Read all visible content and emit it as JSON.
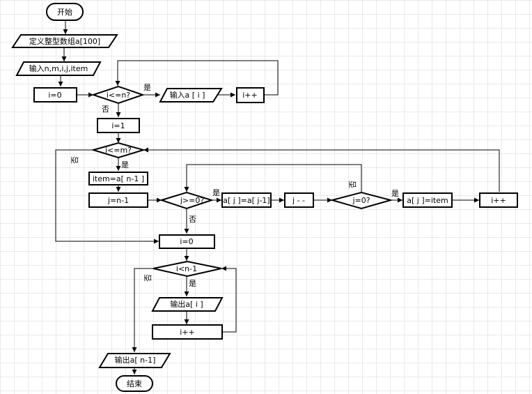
{
  "nodes": {
    "start": "开始",
    "define_array": "定义整型数组a[100]",
    "input_vars": "输入n,m,i,j,item",
    "init_i0": "i=0",
    "cond_i_le_n": "i<=n?",
    "input_ai": "输入a [ i ]",
    "inc_i_1": "i++",
    "init_i1": "i=1",
    "cond_i_le_m": "i<=m?",
    "assign_item": "item=a[ n-1 ]",
    "assign_j": "j=n-1",
    "cond_j_ge_0": "j>=0?",
    "shift": "a[ j ]=a[ j-1]",
    "dec_j": "j - -",
    "cond_j_eq_0": "j=0?",
    "place_item": "a[ j ]=item",
    "inc_i_2": "i++",
    "init_i0_b": "i=0",
    "cond_i_lt_n1": "i<n-1",
    "output_ai": "输出a[ i ]",
    "inc_i_3": "i++",
    "output_an1": "输出a[ n-1]",
    "end": "结束"
  },
  "labels": {
    "yes": "是",
    "no": "否"
  }
}
